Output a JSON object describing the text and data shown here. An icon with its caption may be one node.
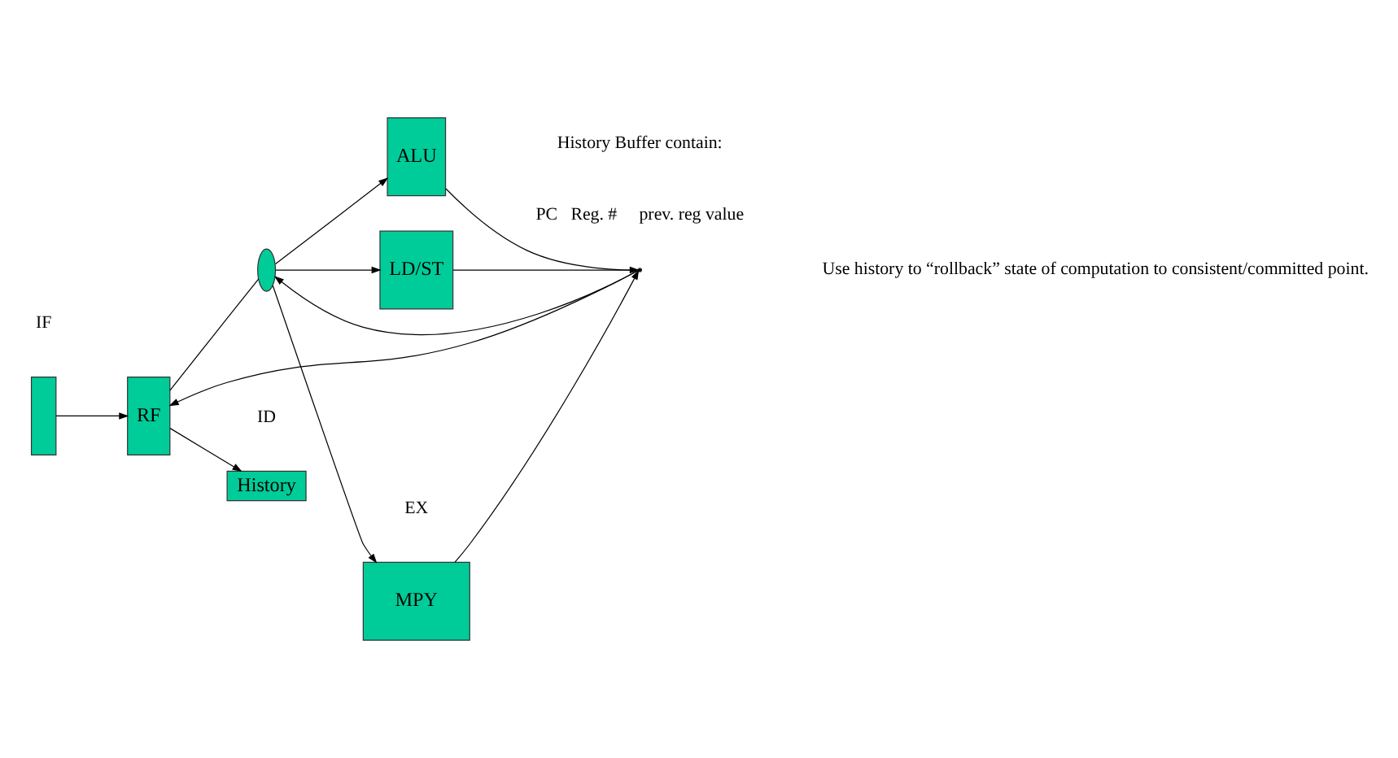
{
  "diagram": {
    "nodes": [
      {
        "text": [],
        "shape": "box"
      },
      {
        "text": [
          "RF"
        ]
      },
      {
        "text": [
          "History"
        ]
      },
      {
        "text": [],
        "shape": "ellipse"
      },
      {
        "text": [
          "MPY"
        ]
      },
      {
        "text": [
          "ALU"
        ]
      },
      {
        "text": [
          "LD/ST"
        ]
      },
      {
        "text": [],
        "shape": "point"
      }
    ],
    "edges": [
      {
        "from": 0,
        "to": 1,
        "arrow": "to"
      },
      {
        "from": 1,
        "to": 2,
        "arrow": "to"
      },
      {
        "from": 1,
        "to": 3,
        "arrow": "none"
      },
      {
        "from": 3,
        "to": 4,
        "arrow": "to"
      },
      {
        "from": 3,
        "to": 5,
        "arrow": "to"
      },
      {
        "from": 3,
        "to": 6,
        "arrow": "to"
      },
      {
        "from": 4,
        "to": 7,
        "arrow": "to"
      },
      {
        "from": 5,
        "to": 7,
        "arrow": "none"
      },
      {
        "from": 6,
        "to": 7,
        "arrow": "to"
      },
      {
        "from": 7,
        "to": 1,
        "arrow": "to"
      },
      {
        "from": 7,
        "to": 3,
        "arrow": "to"
      }
    ],
    "labels": [
      "ID",
      "EX",
      "History Buffer contain:",
      "PC   Reg. #     prev. reg value",
      "IF",
      "Use history to “rollback” state of computation to consistent/committed point."
    ]
  }
}
